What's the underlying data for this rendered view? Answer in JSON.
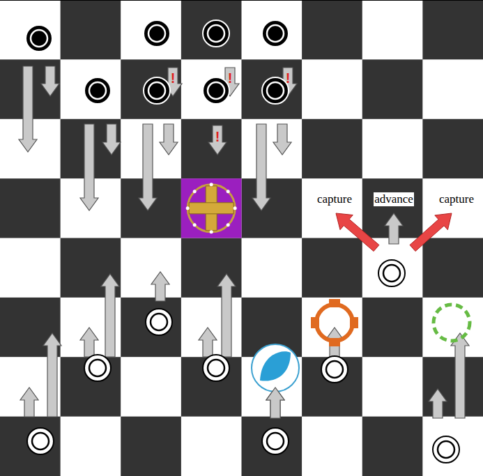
{
  "diagram": {
    "labels": [
      "capture",
      "advance",
      "capture",
      "!",
      "!",
      "!",
      "!"
    ]
  }
}
